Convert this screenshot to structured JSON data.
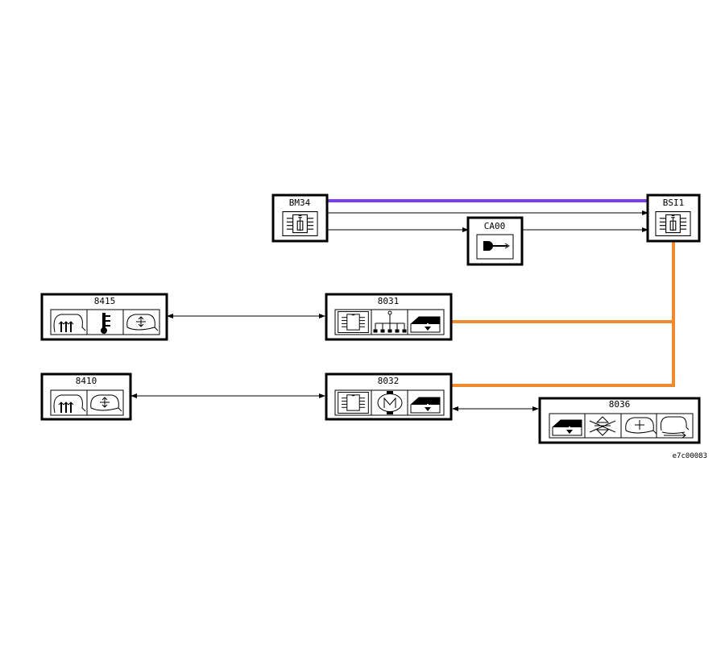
{
  "diagram": {
    "title": "Multiplexed network wiring diagram",
    "reference_code": "e7c00083",
    "colors": {
      "van_bus": "#7c3cf0",
      "can_bus": "#f08a30",
      "wire": "#000000",
      "box_fill": "#ffffff"
    },
    "modules": [
      {
        "id": "BM34",
        "label": "BM34",
        "icons": [
          "ecu-chip-icon"
        ]
      },
      {
        "id": "BSI1",
        "label": "BSI1",
        "icons": [
          "ecu-chip-icon"
        ]
      },
      {
        "id": "CA00",
        "label": "CA00",
        "icons": [
          "ignition-key-icon"
        ]
      },
      {
        "id": "8415",
        "label": "8415",
        "icons": [
          "rear-demist-icon",
          "thermometer-icon",
          "windscreen-air-icon"
        ]
      },
      {
        "id": "8031",
        "label": "8031",
        "icons": [
          "ecu-chip-icon",
          "distribution-icon",
          "air-inlet-flap-icon"
        ]
      },
      {
        "id": "8410",
        "label": "8410",
        "icons": [
          "rear-demist-icon",
          "windscreen-air-icon"
        ]
      },
      {
        "id": "8032",
        "label": "8032",
        "icons": [
          "ecu-chip-icon",
          "motor-icon",
          "air-inlet-flap-icon"
        ]
      },
      {
        "id": "8036",
        "label": "8036",
        "icons": [
          "air-inlet-flap-icon",
          "airflow-distribution-icon",
          "windscreen-air-icon",
          "side-window-icon"
        ]
      }
    ],
    "connections": [
      {
        "from": "BM34",
        "to": "BSI1",
        "type": "van-bus"
      },
      {
        "from": "BM34",
        "to": "BSI1",
        "type": "wire",
        "direction": "to"
      },
      {
        "from": "BM34",
        "to": "CA00",
        "type": "wire",
        "direction": "to"
      },
      {
        "from": "CA00",
        "to": "BSI1",
        "type": "wire",
        "direction": "to"
      },
      {
        "from": "BSI1",
        "to": "8031",
        "type": "can-bus"
      },
      {
        "from": "BSI1",
        "to": "8032",
        "type": "can-bus"
      },
      {
        "from": "8415",
        "to": "8031",
        "type": "wire",
        "direction": "both"
      },
      {
        "from": "8410",
        "to": "8032",
        "type": "wire",
        "direction": "both"
      },
      {
        "from": "8032",
        "to": "8036",
        "type": "wire",
        "direction": "both"
      }
    ]
  }
}
